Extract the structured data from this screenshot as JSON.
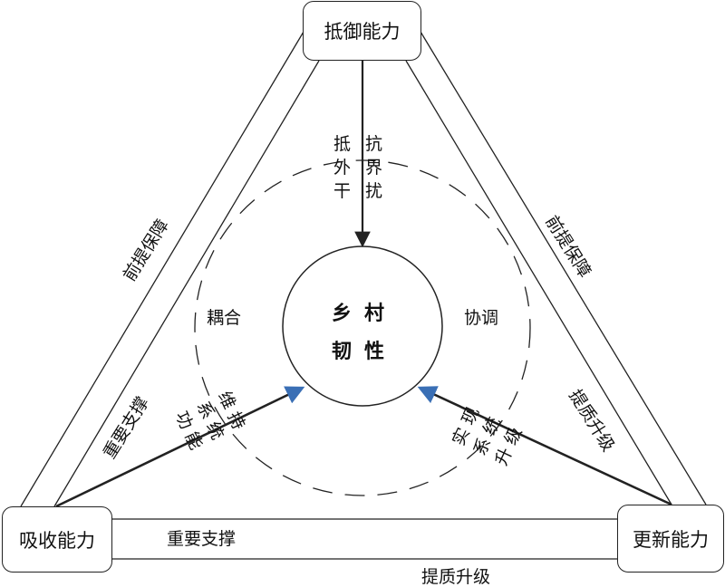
{
  "nodes": {
    "top": "抵御能力",
    "left": "吸收能力",
    "right": "更新能力",
    "center_line1": "乡村",
    "center_line2": "韧性"
  },
  "edge_labels": {
    "left_outer": "前提保障",
    "right_outer": "前提保障",
    "left_inner": "重要支撑",
    "right_inner": "提质升级",
    "bottom_upper": "重要支撑",
    "bottom_lower": "提质升级"
  },
  "ring_labels": {
    "left": "耦合",
    "right": "协调"
  },
  "arrow_labels": {
    "top": [
      "抵抗",
      "外界",
      "干扰"
    ],
    "left": [
      "维持",
      "系统",
      "功能"
    ],
    "right": [
      "实现",
      "系统",
      "升级"
    ]
  },
  "colors": {
    "line": "#222222",
    "arrowhead": "#3a6fb5"
  }
}
